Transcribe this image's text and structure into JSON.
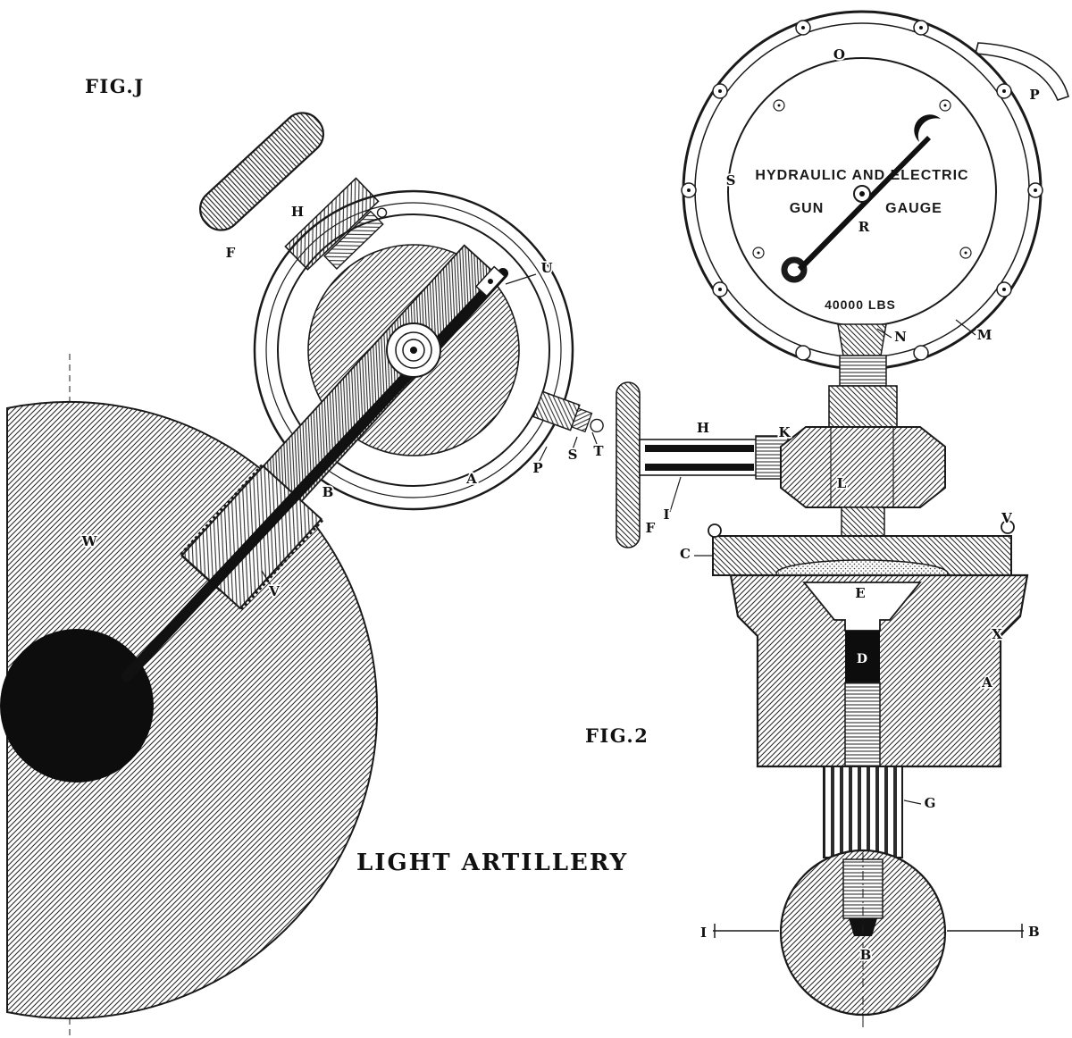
{
  "artwork": {
    "kind": "patent-style engraving, two figures of a hydraulic and electric gun gauge",
    "ink": "#1a1a1a",
    "paper": "#ffffff"
  },
  "fig1": {
    "title": "FIG.J",
    "caption": "LIGHT ARTILLERY",
    "labels": {
      "F": "F",
      "H": "H",
      "U": "U",
      "B": "B",
      "A": "A",
      "P": "P",
      "S": "S",
      "T": "T",
      "V": "V",
      "W": "W"
    }
  },
  "fig2": {
    "title": "FIG.2",
    "dial": {
      "line1": "HYDRAULIC AND ELECTRIC",
      "word_left": "GUN",
      "word_right": "GAUGE",
      "pivot_label": "R",
      "reading": "40000 LBS"
    },
    "labels": {
      "O": "O",
      "P": "P",
      "S": "S",
      "N": "N",
      "M": "M",
      "H": "H",
      "K": "K",
      "L": "L",
      "F": "F",
      "I_handle": "I",
      "C": "C",
      "V": "V",
      "E": "E",
      "X": "X",
      "D": "D",
      "A": "A",
      "G": "G",
      "B_ball": "B",
      "I_line": "I",
      "B_line": "B"
    }
  }
}
